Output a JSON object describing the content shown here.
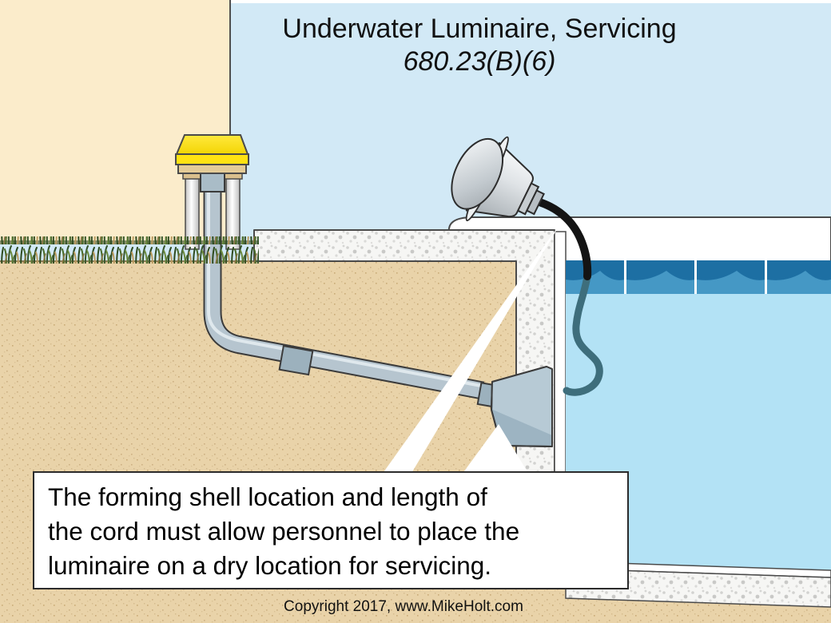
{
  "title": {
    "line1": "Underwater Luminaire, Servicing",
    "line2": "680.23(B)(6)"
  },
  "callout": {
    "line1": "The forming shell location and length of",
    "line2": "the cord must allow personnel to place the",
    "line3": "luminaire on a dry location for servicing."
  },
  "footer": {
    "copyright": "Copyright 2017, www.MikeHolt.com"
  },
  "palette": {
    "sky": "#d2e9f6",
    "house_wall_cream": "#fbeccb",
    "ground_tan": "#e9d3a9",
    "concrete_white": "#f6f6f4",
    "pool_water_light": "#b3e2f5",
    "tile_dark_blue": "#1d6fa3",
    "tile_mid_blue": "#4598c5",
    "junction_box_yellow": "#ffe212",
    "conduit_gray_blue": "#b6c5cf",
    "cord_black": "#141414",
    "cord_underwater_teal": "#3e6e7c",
    "forming_shell_gray": "#9db4c2",
    "callout_bg": "#ffffff",
    "text": "#111111"
  }
}
